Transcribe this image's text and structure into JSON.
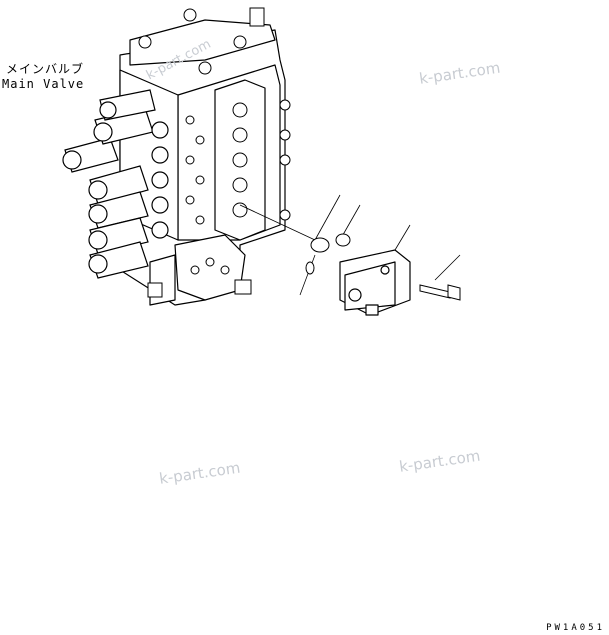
{
  "labels": {
    "main_valve_jp": "メインバルブ",
    "main_valve_en": "Main Valve"
  },
  "watermarks": [
    "k-part.com",
    "k-part.com",
    "k-part.com",
    "k-part.com"
  ],
  "drawing_code": "PW1A051"
}
